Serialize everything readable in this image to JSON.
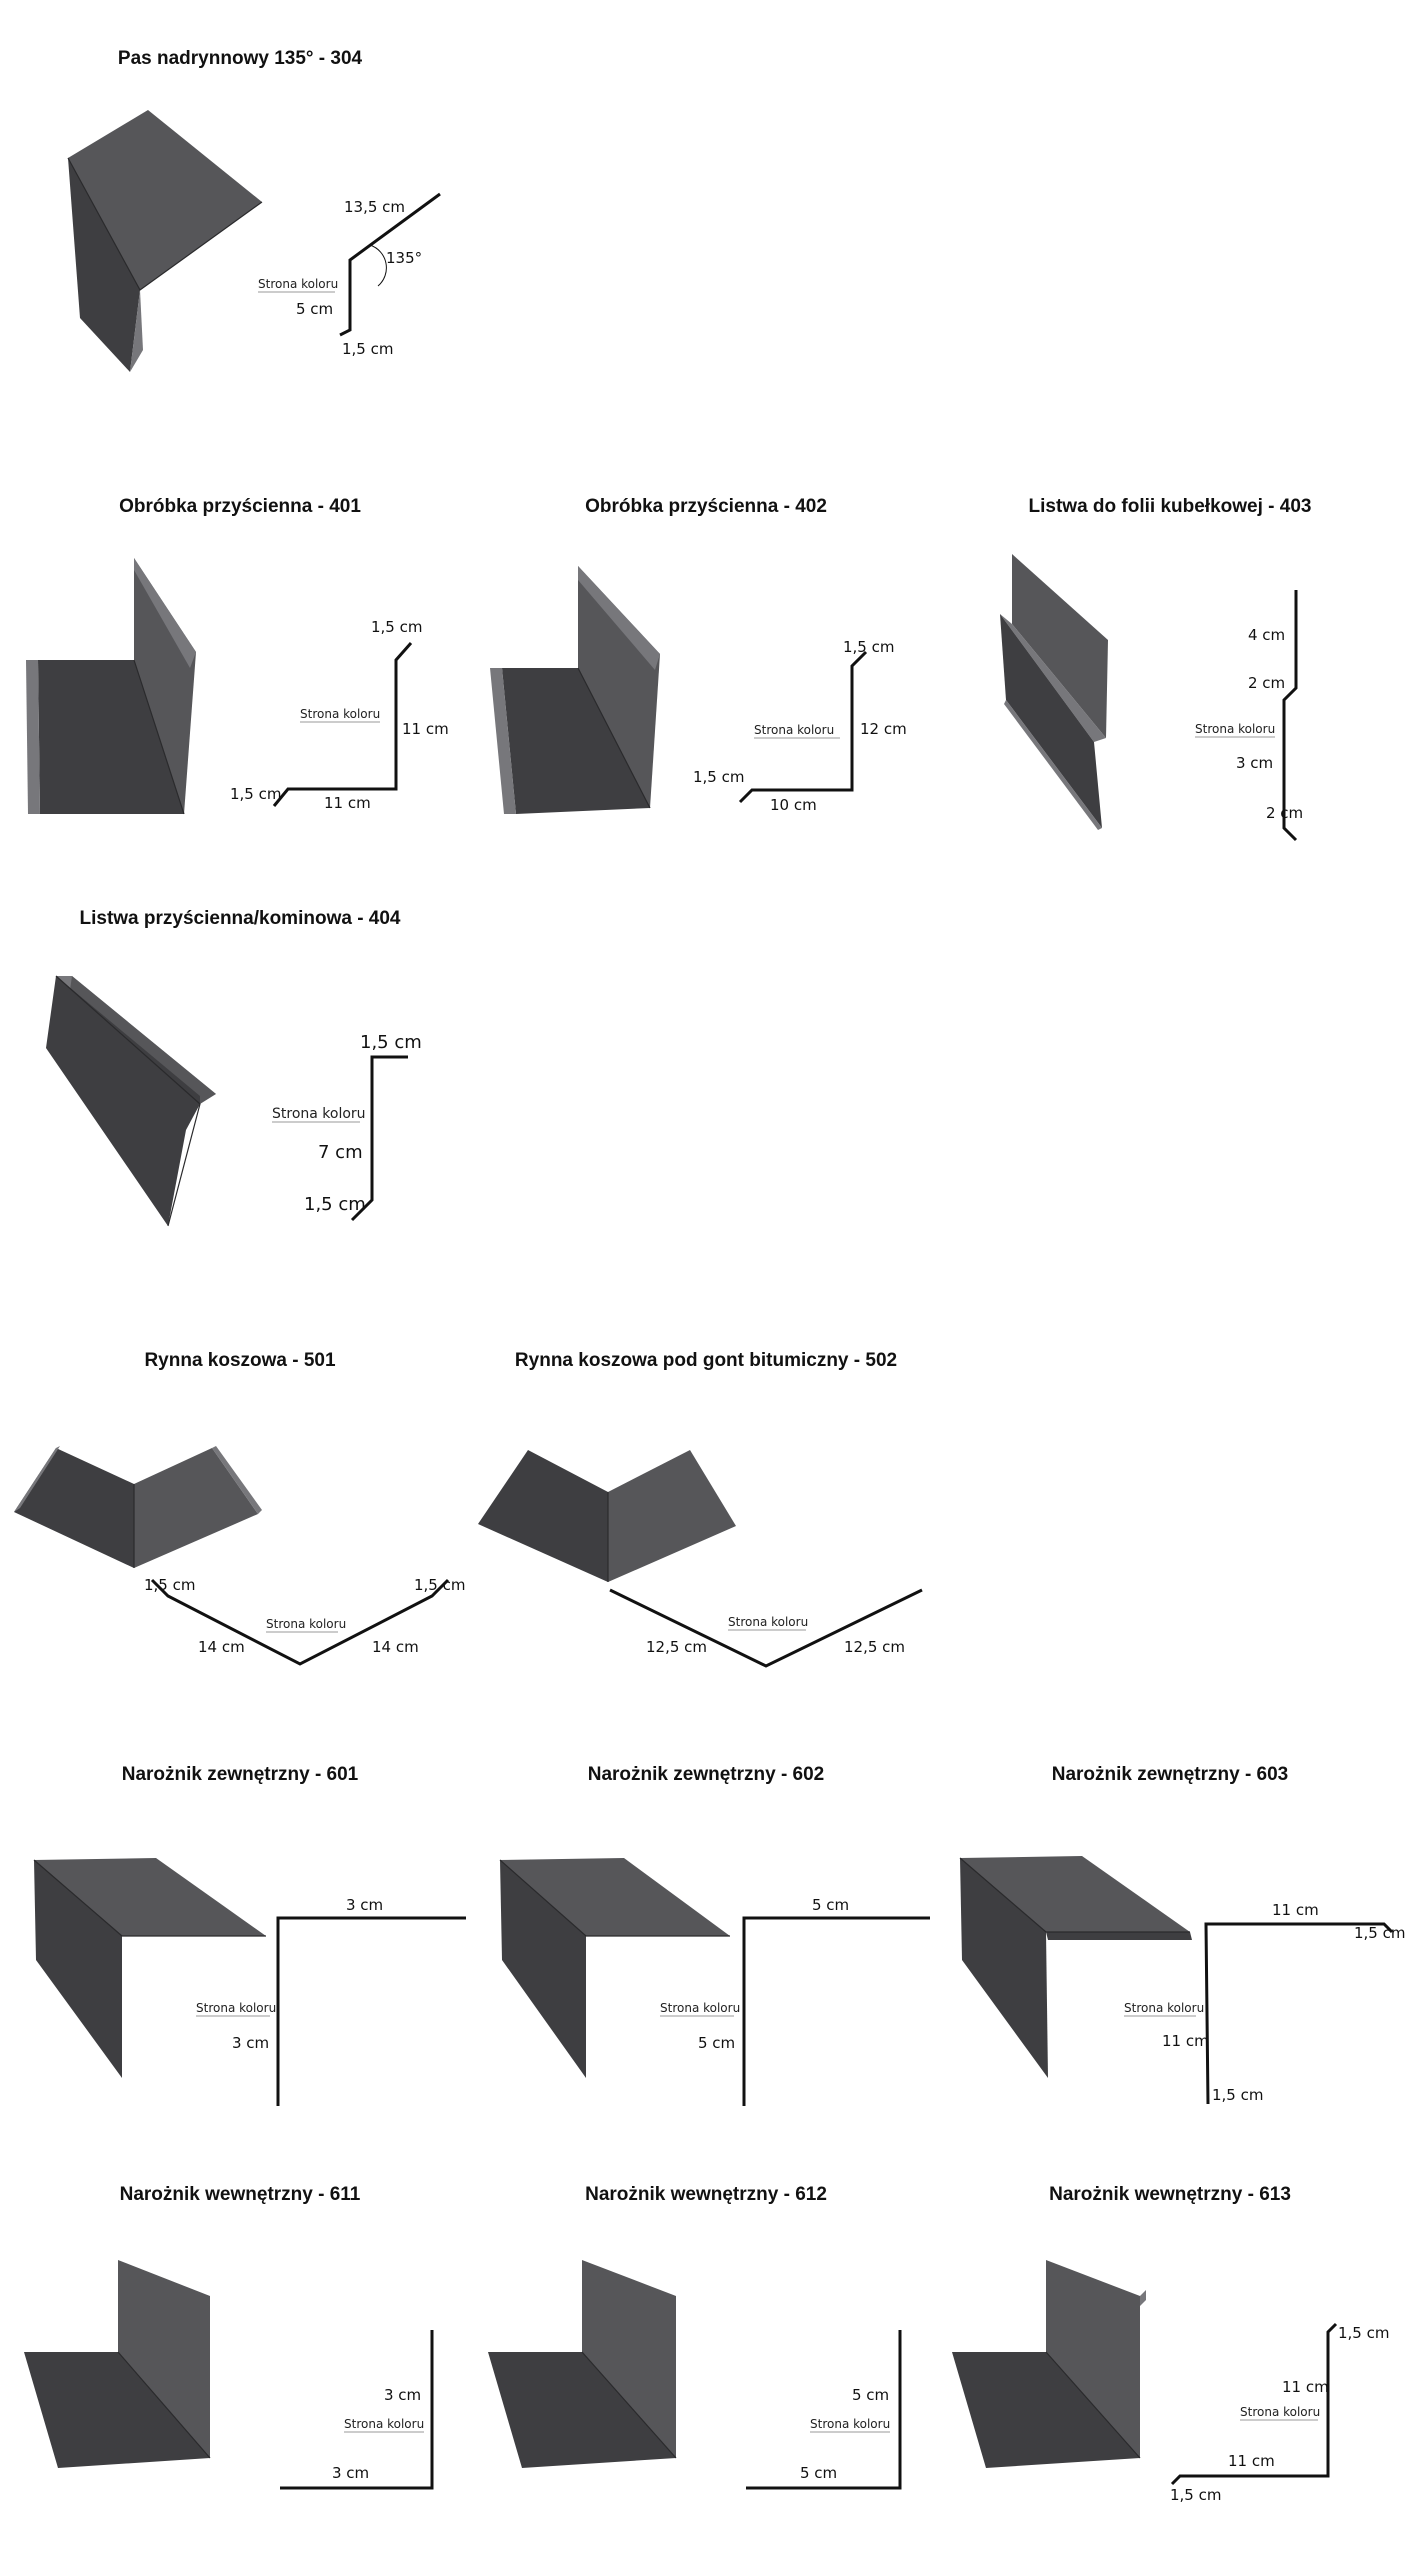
{
  "sections": [
    {
      "title": "Pas nadrynnowy 135° - 304",
      "side_label": "Strona koloru",
      "dims": [
        "13,5 cm",
        "135°",
        "5 cm",
        "1,5 cm"
      ]
    },
    {
      "title": "Obróbka przyścienna - 401",
      "side_label": "Strona koloru",
      "dims": [
        "1,5 cm",
        "11 cm",
        "1,5 cm",
        "11 cm"
      ]
    },
    {
      "title": "Obróbka przyścienna - 402",
      "side_label": "Strona koloru",
      "dims": [
        "1,5 cm",
        "12 cm",
        "1,5 cm",
        "10 cm"
      ]
    },
    {
      "title": "Listwa do folii kubełkowej - 403",
      "side_label": "Strona koloru",
      "dims": [
        "4 cm",
        "2 cm",
        "3 cm",
        "2 cm"
      ]
    },
    {
      "title": "Listwa przyścienna/kominowa - 404",
      "side_label": "Strona koloru",
      "dims": [
        "1,5 cm",
        "7 cm",
        "1,5 cm"
      ]
    },
    {
      "title": "Rynna koszowa - 501",
      "side_label": "Strona koloru",
      "dims": [
        "1,5 cm",
        "1,5 cm",
        "14 cm",
        "14 cm"
      ]
    },
    {
      "title": "Rynna koszowa pod gont bitumiczny - 502",
      "side_label": "Strona koloru",
      "dims": [
        "12,5 cm",
        "12,5 cm"
      ]
    },
    {
      "title": "Narożnik zewnętrzny - 601",
      "side_label": "Strona koloru",
      "dims": [
        "3 cm",
        "3 cm"
      ]
    },
    {
      "title": "Narożnik zewnętrzny - 602",
      "side_label": "Strona koloru",
      "dims": [
        "5 cm",
        "5 cm"
      ]
    },
    {
      "title": "Narożnik zewnętrzny - 603",
      "side_label": "Strona koloru",
      "dims": [
        "11 cm",
        "1,5 cm",
        "11 cm",
        "1,5 cm"
      ]
    },
    {
      "title": "Narożnik wewnętrzny - 611",
      "side_label": "Strona koloru",
      "dims": [
        "3 cm",
        "3 cm"
      ]
    },
    {
      "title": "Narożnik wewnętrzny - 612",
      "side_label": "Strona koloru",
      "dims": [
        "5 cm",
        "5 cm"
      ]
    },
    {
      "title": "Narożnik wewnętrzny - 613",
      "side_label": "Strona koloru",
      "dims": [
        "1,5 cm",
        "11 cm",
        "11 cm",
        "1,5 cm"
      ]
    }
  ],
  "colors": {
    "metal": "#565659",
    "metal_dark": "#3e3e41",
    "metal_light": "#77777b",
    "line": "#111111"
  }
}
